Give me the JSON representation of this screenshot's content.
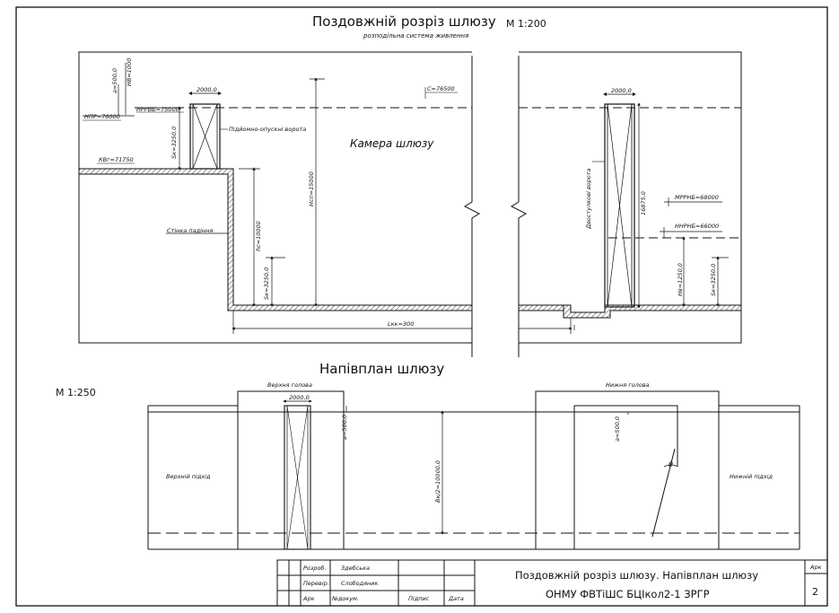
{
  "section": {
    "title": "Поздовжній розріз шлюзу",
    "scale": "М 1:200",
    "subtitle": "розподільна система живлення",
    "chamber": "Камера шлюзу",
    "upper_gate": "Підйомно-опускні ворота",
    "lower_gate": "Двостулкові ворота",
    "fall_wall": "Стінка падіння",
    "dims": {
      "a500": "a=500,0",
      "hv1000": "НВ=1000",
      "nrpvb": "НРРВБ=75000",
      "npr": "НПР=76000",
      "kvg": "КВг=71750",
      "upper_gate_width": "2000,0",
      "sk_upper": "Sк=3250,0",
      "c": "С=76500",
      "hs": "Нсп=15000",
      "hs2": "hс=10000",
      "sk_chamber": "Sк=3250,0",
      "lower_gate_width": "2000,0",
      "gate_height": "16875,0",
      "mrnb": "МРРНБ=68000",
      "nnrnb": "ННРНБ=66000",
      "hv_low": "Нв=1250,0",
      "sk_lower": "Sк=3250,0",
      "lkk": "Lкк=300"
    }
  },
  "plan": {
    "title": "Напівплан шлюзу",
    "scale": "М 1:250",
    "upper_head": "Верхня голова",
    "lower_head": "Нижня голова",
    "upper_approach": "Верхній підхід",
    "lower_approach": "Нижній підхід",
    "gate_width": "2000,0",
    "a_left": "a=500,0",
    "bk": "Вк/2=10000,0",
    "a_right": "a=500,0",
    "theta": "θ"
  },
  "title_block": {
    "main": "Поздовжній розріз шлюзу. Напівплан шлюзу",
    "org": "ОНМУ ФВТіШС БЦІкол2-1 ЗРГР",
    "arc_label": "Арк",
    "sheet_no": "2",
    "rows": [
      {
        "role": "Розроб.",
        "name": "Здебська"
      },
      {
        "role": "Перевір.",
        "name": "Слободяник"
      }
    ],
    "footer": {
      "arc": "Арк",
      "doc": "№докум.",
      "sign": "Підпис",
      "date": "Дата"
    }
  }
}
